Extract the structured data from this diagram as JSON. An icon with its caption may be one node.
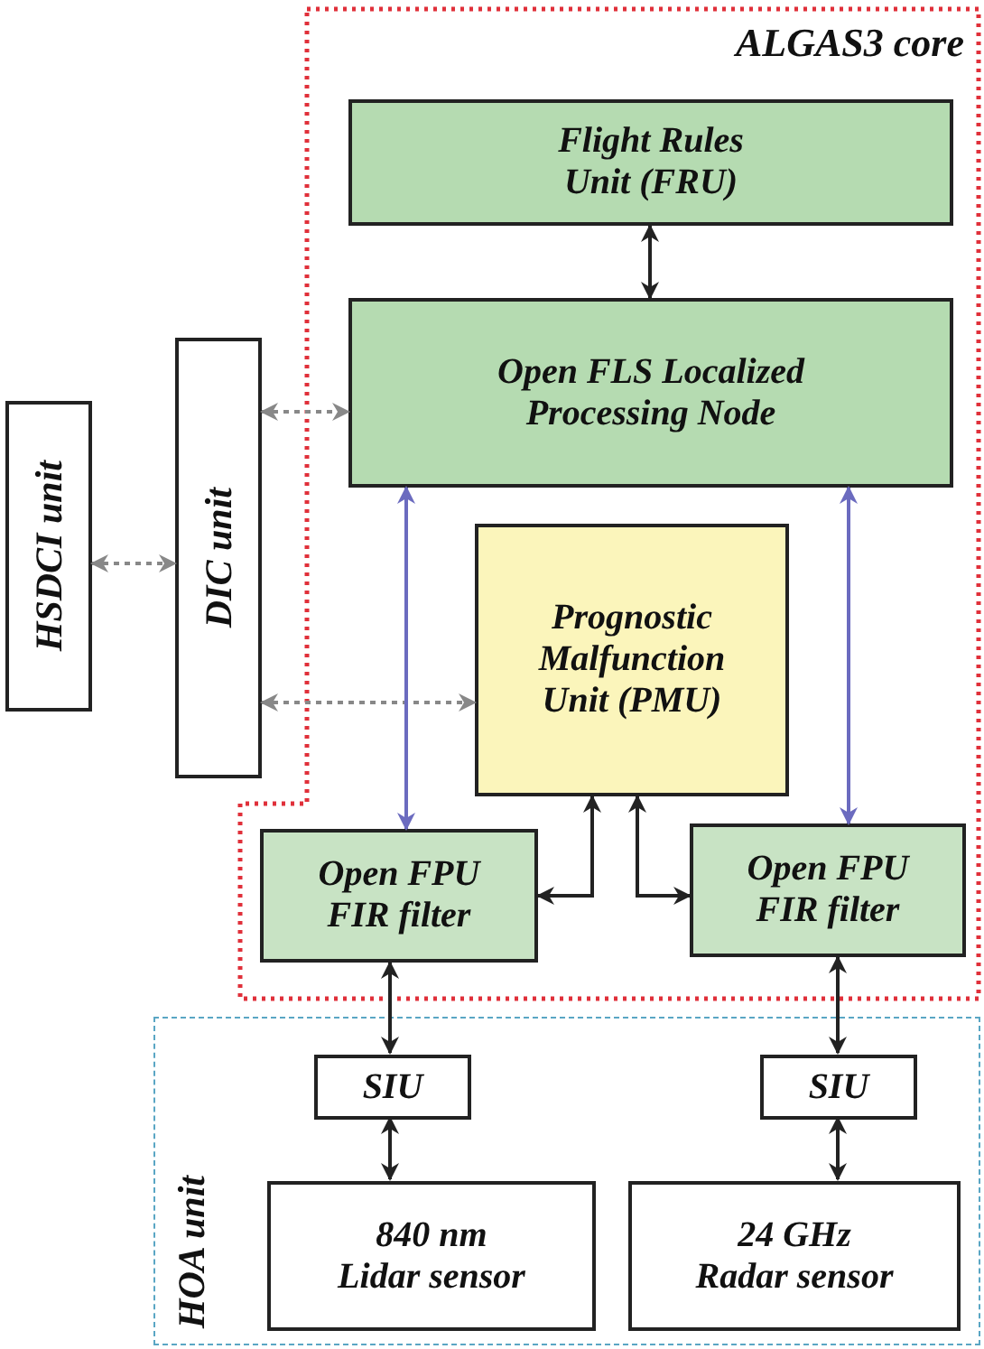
{
  "diagram": {
    "nodes": [
      {
        "text": [
          "ALGAS3 core"
        ]
      },
      {
        "text": [
          "Flight Rules Unit (FRU)"
        ],
        "in": 0
      },
      {
        "text": [
          "Open FLS Localized Processing Node"
        ],
        "in": 0
      },
      {
        "text": [
          "HSDCI unit"
        ]
      },
      {
        "text": [
          "DIC unit"
        ]
      },
      {
        "text": [
          "Prognostic Malfunction Unit (PMU)"
        ],
        "in": 0
      },
      {
        "text": [
          "Open FPU FIR filter"
        ],
        "in": 0
      },
      {
        "text": [
          "Open FPU FIR filter"
        ],
        "in": 0
      },
      {
        "text": [
          "HOA unit"
        ]
      },
      {
        "text": [
          "SIU"
        ],
        "in": 8
      },
      {
        "text": [
          "SIU"
        ],
        "in": 8
      },
      {
        "text": [
          "840 nm Lidar sensor"
        ],
        "in": 8
      },
      {
        "text": [
          "24 GHz Radar sensor"
        ],
        "in": 8
      }
    ],
    "edges": [
      {
        "from": 1,
        "to": 2,
        "arrow": "both"
      },
      {
        "from": 4,
        "to": 2,
        "arrow": "both",
        "style": "dashed",
        "color": "#888888"
      },
      {
        "from": 3,
        "to": 4,
        "arrow": "both",
        "style": "dashed",
        "color": "#888888"
      },
      {
        "from": 4,
        "to": 5,
        "arrow": "both",
        "style": "dashed",
        "color": "#888888"
      },
      {
        "from": 2,
        "to": 6,
        "arrow": "both",
        "color": "#6b6bbf"
      },
      {
        "from": 2,
        "to": 7,
        "arrow": "both",
        "color": "#6b6bbf"
      },
      {
        "from": 5,
        "to": 6,
        "arrow": "both"
      },
      {
        "from": 5,
        "to": 7,
        "arrow": "both"
      },
      {
        "from": 6,
        "to": 9,
        "arrow": "both"
      },
      {
        "from": 7,
        "to": 10,
        "arrow": "both"
      },
      {
        "from": 9,
        "to": 11,
        "arrow": "both"
      },
      {
        "from": 10,
        "to": 12,
        "arrow": "both"
      }
    ]
  }
}
